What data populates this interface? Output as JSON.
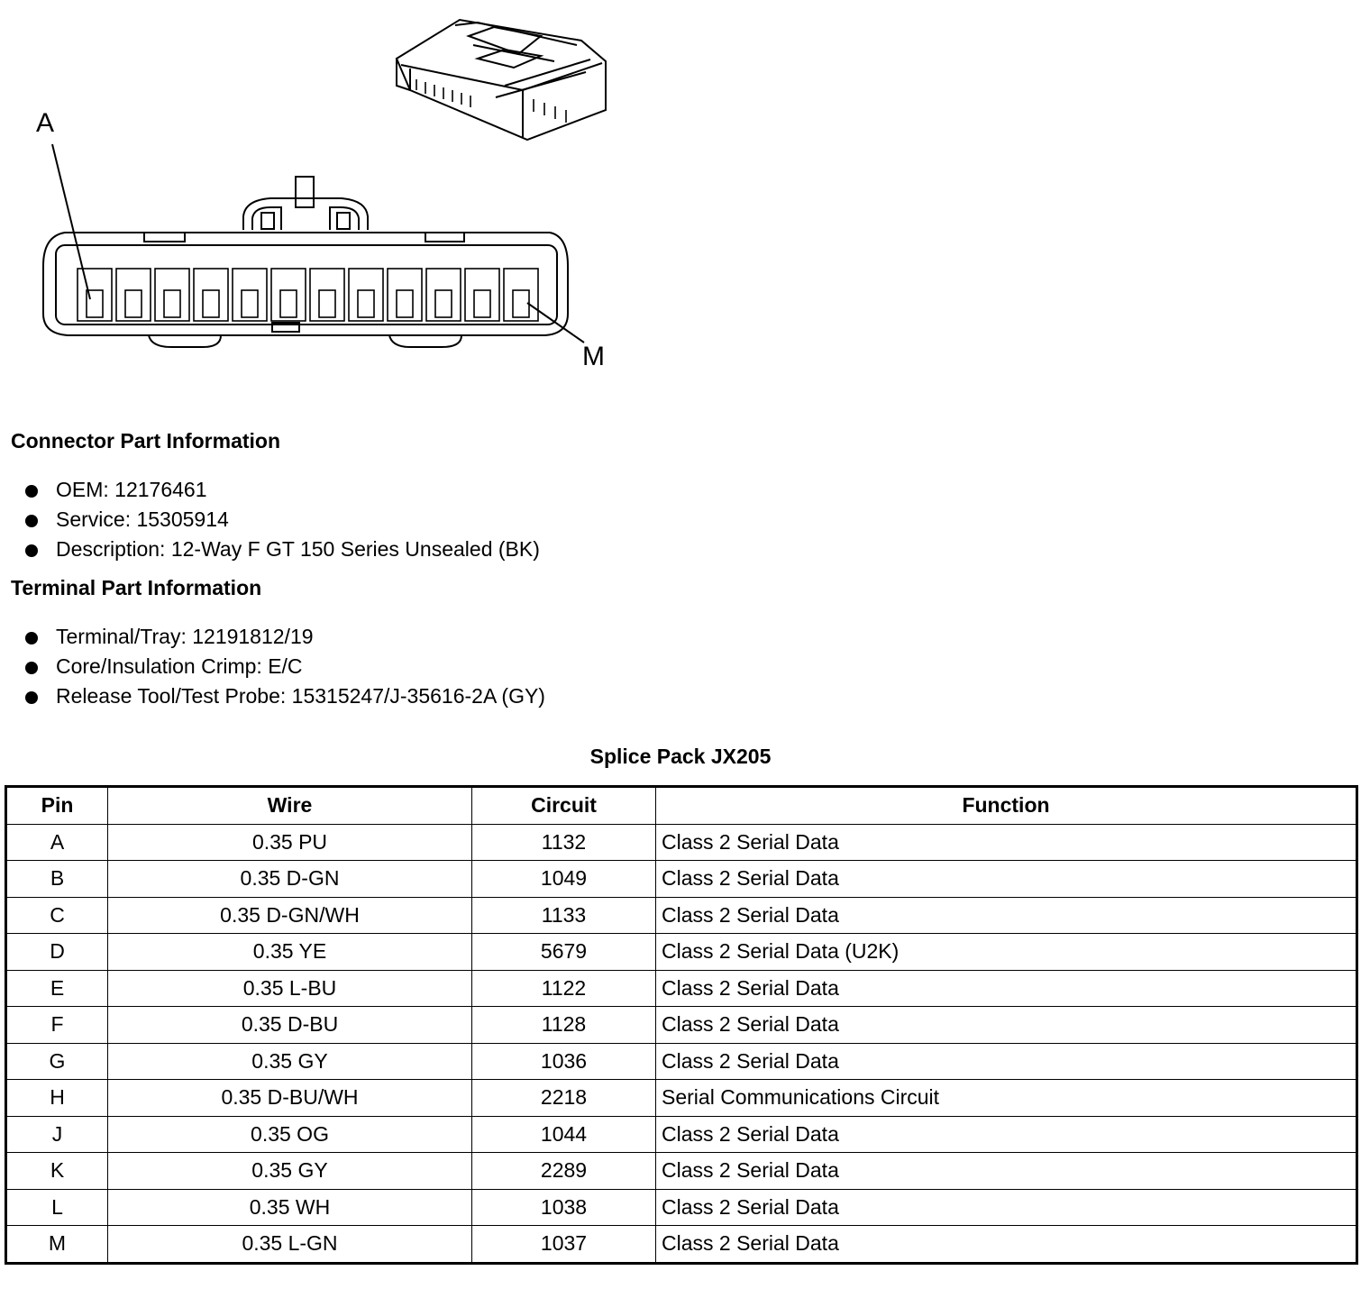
{
  "diagram": {
    "label_a": "A",
    "label_m": "M"
  },
  "connector_info": {
    "title": "Connector Part Information",
    "items": [
      "OEM: 12176461",
      "Service: 15305914",
      "Description: 12-Way F GT 150 Series Unsealed (BK)"
    ]
  },
  "terminal_info": {
    "title": "Terminal Part Information",
    "items": [
      "Terminal/Tray: 12191812/19",
      "Core/Insulation Crimp: E/C",
      "Release Tool/Test Probe: 15315247/J-35616-2A (GY)"
    ]
  },
  "table": {
    "title": "Splice Pack JX205",
    "headers": [
      "Pin",
      "Wire",
      "Circuit",
      "Function"
    ],
    "rows": [
      [
        "A",
        "0.35 PU",
        "1132",
        "Class 2 Serial Data"
      ],
      [
        "B",
        "0.35 D-GN",
        "1049",
        "Class 2 Serial Data"
      ],
      [
        "C",
        "0.35 D-GN/WH",
        "1133",
        "Class 2 Serial Data"
      ],
      [
        "D",
        "0.35 YE",
        "5679",
        "Class 2 Serial Data (U2K)"
      ],
      [
        "E",
        "0.35 L-BU",
        "1122",
        "Class 2 Serial Data"
      ],
      [
        "F",
        "0.35 D-BU",
        "1128",
        "Class 2 Serial Data"
      ],
      [
        "G",
        "0.35 GY",
        "1036",
        "Class 2 Serial Data"
      ],
      [
        "H",
        "0.35 D-BU/WH",
        "2218",
        "Serial Communications Circuit"
      ],
      [
        "J",
        "0.35 OG",
        "1044",
        "Class 2 Serial Data"
      ],
      [
        "K",
        "0.35 GY",
        "2289",
        "Class 2 Serial Data"
      ],
      [
        "L",
        "0.35 WH",
        "1038",
        "Class 2 Serial Data"
      ],
      [
        "M",
        "0.35 L-GN",
        "1037",
        "Class 2 Serial Data"
      ]
    ]
  }
}
